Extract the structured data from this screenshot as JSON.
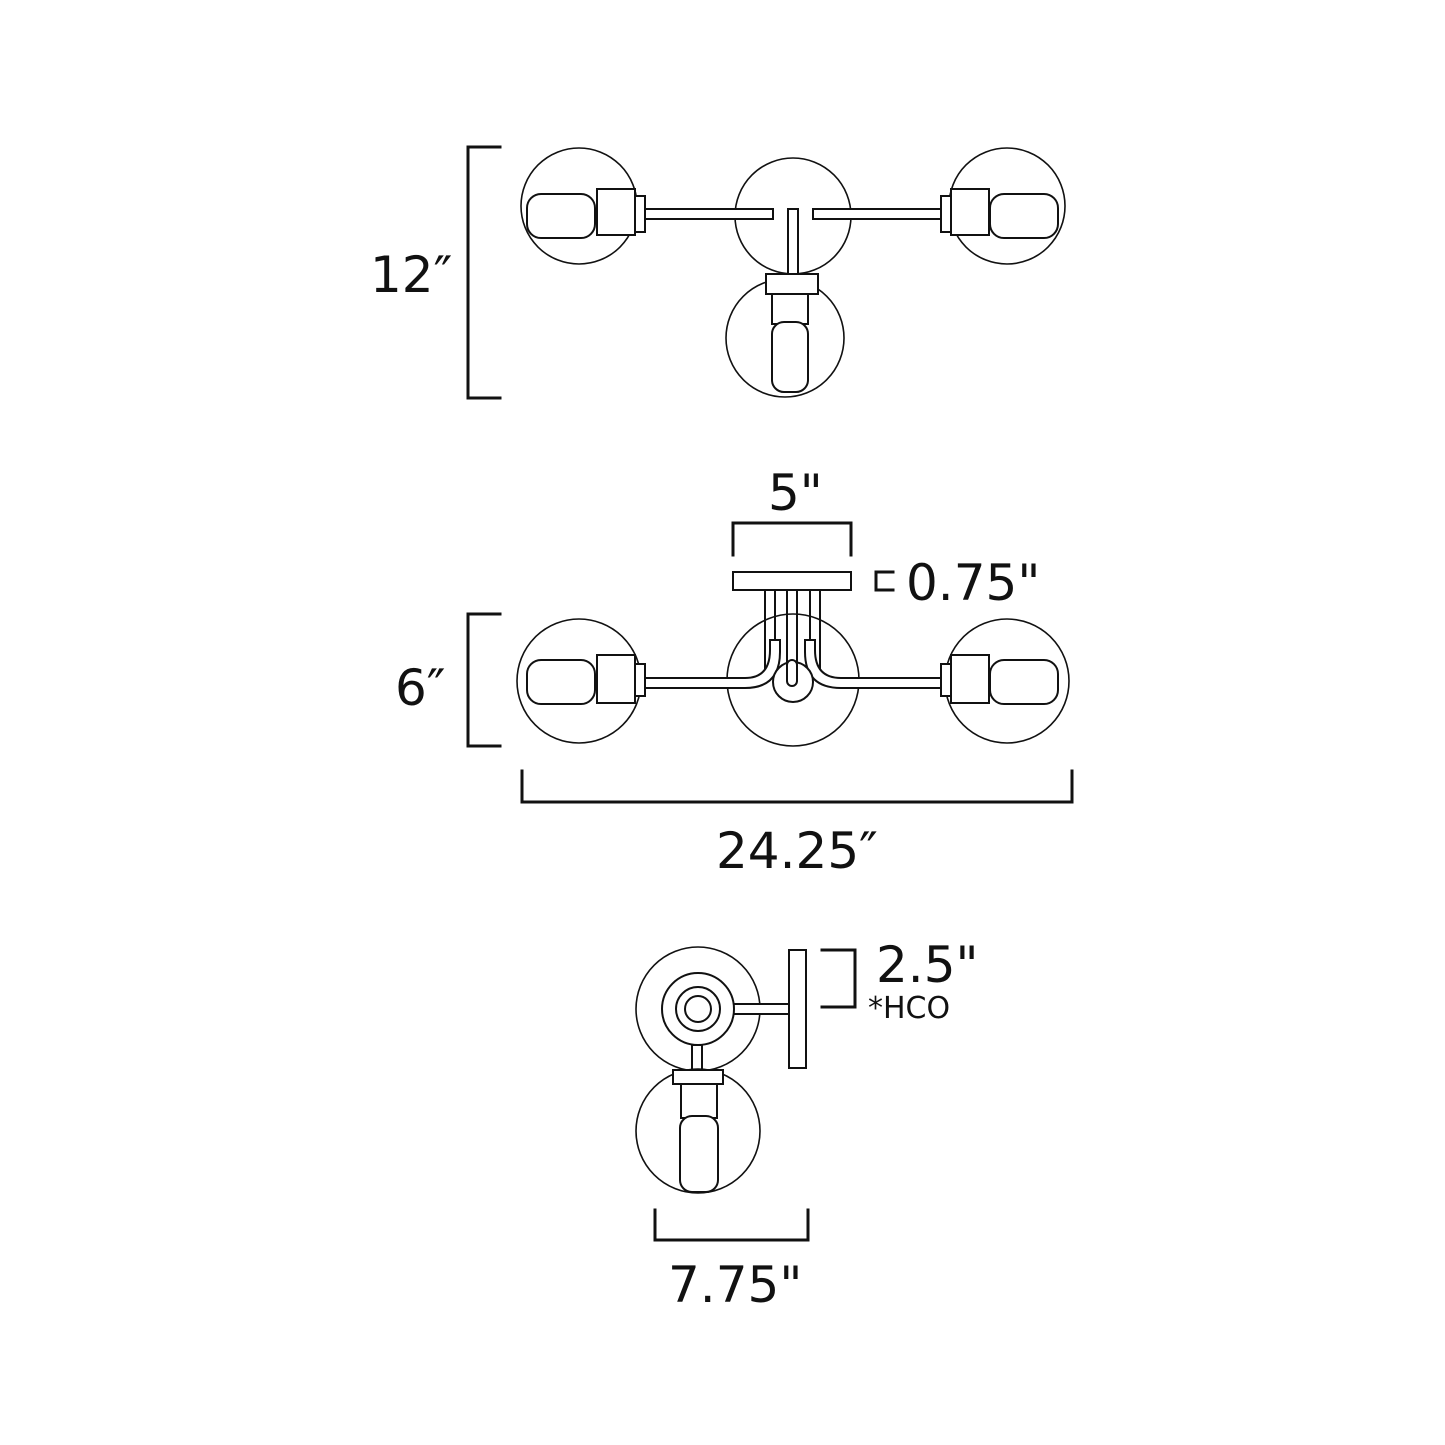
{
  "colors": {
    "line": "#111111",
    "background": "#ffffff"
  },
  "views": {
    "top": {
      "height_label": "12″"
    },
    "front": {
      "canopy_width_label": "5\"",
      "canopy_depth_label": "0.75\"",
      "height_label": "6″",
      "width_label": "24.25″"
    },
    "side": {
      "hco_label": "2.5\"",
      "hco_note": "*HCO",
      "depth_label": "7.75\""
    }
  }
}
